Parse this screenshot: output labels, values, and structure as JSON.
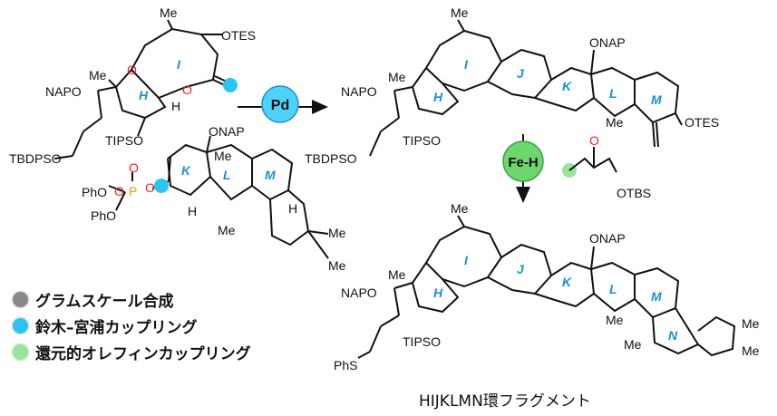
{
  "colors": {
    "bond": "#111111",
    "oxygen": "#e8251e",
    "phosphorus": "#f39800",
    "sulfur": "#e0a000",
    "ring_label": "#1b8fd6",
    "suzuki": "#29c4f0",
    "grayscale_dot": "#888888",
    "reductive_dot": "#9be39b",
    "pd_fill": "#4fd2f7",
    "feh_fill": "#6fd66f"
  },
  "rings": {
    "left_top": [
      "I",
      "H"
    ],
    "left_bottom": [
      "K",
      "L",
      "M"
    ],
    "right_top": [
      "I",
      "J",
      "K",
      "H",
      "L",
      "M"
    ],
    "right_bottom": [
      "I",
      "J",
      "K",
      "H",
      "L",
      "M",
      "N"
    ]
  },
  "substituents": {
    "me": "Me",
    "otes": "OTES",
    "nap_o": "NAPO",
    "onap": "ONAP",
    "tips_o": "TIPSO",
    "tbdps_o": "TBDPSO",
    "phs": "PhS",
    "h": "H",
    "o": "O",
    "p": "P",
    "pho_1": "PhO",
    "pho_2": "PhO",
    "otbs": "OTBS"
  },
  "catalysts": {
    "pd": "Pd",
    "feh": "Fe-H"
  },
  "legend": [
    {
      "label": "グラムスケール合成",
      "color": "#888888"
    },
    {
      "label": "鈴木–宮浦カップリング",
      "color": "#29c4f0"
    },
    {
      "label": "還元的オレフィンカップリング",
      "color": "#9be39b"
    }
  ],
  "caption": "HIJKLMN環フラグメント"
}
